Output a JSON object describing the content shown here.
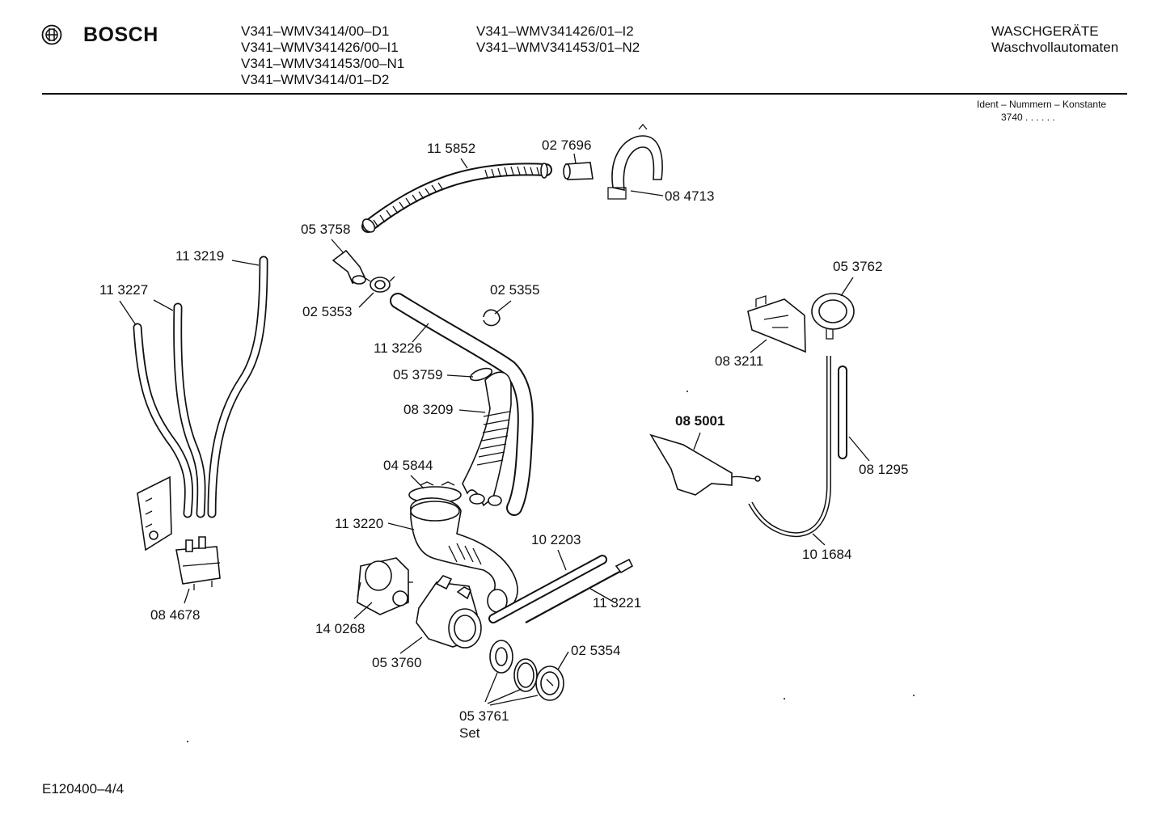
{
  "header": {
    "brand": "BOSCH",
    "models_col1": [
      "V341–WMV3414/00–D1",
      "V341–WMV341426/00–I1",
      "V341–WMV341453/00–N1",
      "V341–WMV3414/01–D2"
    ],
    "models_col2": [
      "V341–WMV341426/01–I2",
      "V341–WMV341453/01–N2"
    ],
    "category": "WASCHGERÄTE",
    "subcategory": "Waschvollautomaten",
    "ident_label": "Ident – Nummern – Konstante",
    "ident_value": "3740 . .   . . . ."
  },
  "parts": [
    {
      "id": "p-115852",
      "number": "11 5852"
    },
    {
      "id": "p-027696",
      "number": "02 7696"
    },
    {
      "id": "p-084713",
      "number": "08 4713"
    },
    {
      "id": "p-053758",
      "number": "05 3758"
    },
    {
      "id": "p-113219",
      "number": "11 3219"
    },
    {
      "id": "p-113227",
      "number": "11 3227"
    },
    {
      "id": "p-025353",
      "number": "02 5353"
    },
    {
      "id": "p-025355",
      "number": "02 5355"
    },
    {
      "id": "p-113226",
      "number": "11 3226"
    },
    {
      "id": "p-053759",
      "number": "05 3759"
    },
    {
      "id": "p-083209",
      "number": "08 3209"
    },
    {
      "id": "p-045844",
      "number": "04 5844"
    },
    {
      "id": "p-113220",
      "number": "11 3220"
    },
    {
      "id": "p-102203",
      "number": "10 2203"
    },
    {
      "id": "p-113221",
      "number": "11 3221"
    },
    {
      "id": "p-140268",
      "number": "14 0268"
    },
    {
      "id": "p-053760",
      "number": "05 3760"
    },
    {
      "id": "p-025354",
      "number": "02 5354"
    },
    {
      "id": "p-053761",
      "number": "05 3761"
    },
    {
      "id": "p-053761-set",
      "number": "Set"
    },
    {
      "id": "p-084678",
      "number": "08 4678"
    },
    {
      "id": "p-053762",
      "number": "05 3762"
    },
    {
      "id": "p-083211",
      "number": "08 3211"
    },
    {
      "id": "p-085001",
      "number": "08 5001"
    },
    {
      "id": "p-081295",
      "number": "08 1295"
    },
    {
      "id": "p-101684",
      "number": "10 1684"
    }
  ],
  "footer": {
    "drawing_id": "E120400–4/4"
  }
}
